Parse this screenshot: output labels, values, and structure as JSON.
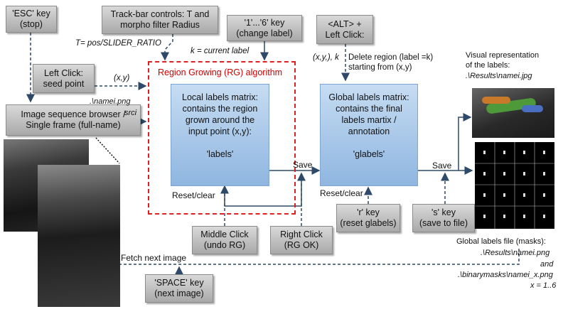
{
  "boxes": {
    "esc": [
      "'ESC' key",
      "(stop)"
    ],
    "trackbar": [
      "Track-bar controls: T and",
      "morpho filter Radius"
    ],
    "label_key": [
      "'1'...'6' key",
      "(change label)"
    ],
    "alt": [
      "<ALT> +",
      "Left Click:"
    ],
    "left_click": [
      "Left Click:",
      "seed point"
    ],
    "browser": [
      "Image sequence browser /",
      "Single frame (full-name)"
    ],
    "middle": [
      "Middle Click",
      "(undo RG)"
    ],
    "right": [
      "Right Click",
      "(RG OK)"
    ],
    "r_key": [
      "'r' key",
      "(reset glabels)"
    ],
    "s_key": [
      "'s' key",
      "(save to file)"
    ],
    "space": [
      "'SPACE' key",
      "(next image)"
    ]
  },
  "local_matrix": [
    "Local labels matrix:",
    "contains the region",
    "grown around the",
    "input point (x,y):",
    "",
    "'labels'"
  ],
  "global_matrix": [
    "Global labels matrix:",
    "contains the final",
    "labels martix /",
    "annotation",
    "",
    "'glabels'"
  ],
  "rg_title": "Region Growing (RG) algorithm",
  "annotations": {
    "t_formula": "T= pos/SLIDER_RATIO",
    "k_current": "k = current label",
    "xy": "(x,y)",
    "name_png": ".\\namei.png",
    "src": "srci",
    "xyk": "(x,y,), k",
    "delete_region": [
      "Delete region (label =k)",
      "starting from (x,y)"
    ],
    "save1": "Save",
    "save2": "Save",
    "reset1": "Reset/clear",
    "reset2": "Reset/clear",
    "fetch": "Fetch next image",
    "visual_rep": [
      "Visual representation",
      "of the labels:",
      ".\\Results\\namei.jpg"
    ],
    "global_file": [
      "Global labels file (masks):",
      ".\\Results\\namei.png",
      "and",
      ".\\binarymasks\\namei_x.png",
      "x = 1..6"
    ]
  }
}
